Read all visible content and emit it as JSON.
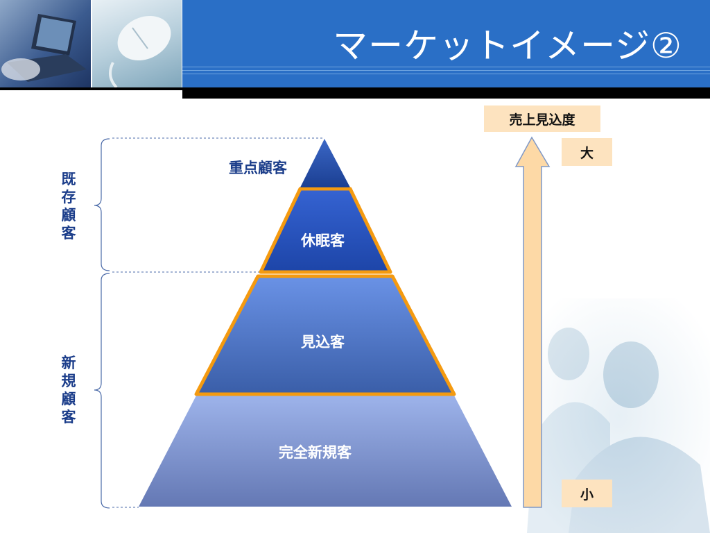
{
  "header": {
    "title": "マーケットイメージ②",
    "photos": [
      "laptop-photo",
      "mouse-photo"
    ]
  },
  "groups": {
    "existing": "既存顧客",
    "new": "新規顧客"
  },
  "pyramid": {
    "tiers": [
      {
        "label": "重点顧客",
        "color": "#1f4fa8"
      },
      {
        "label": "休眠客",
        "color": "#2356c4"
      },
      {
        "label": "見込客",
        "color": "#4d79d4"
      },
      {
        "label": "完全新規客",
        "color": "#7b93d6"
      }
    ],
    "border_color": "#f49a10"
  },
  "scale": {
    "title": "売上見込度",
    "high": "大",
    "low": "小",
    "arrow_color": "#fdd9a6"
  }
}
